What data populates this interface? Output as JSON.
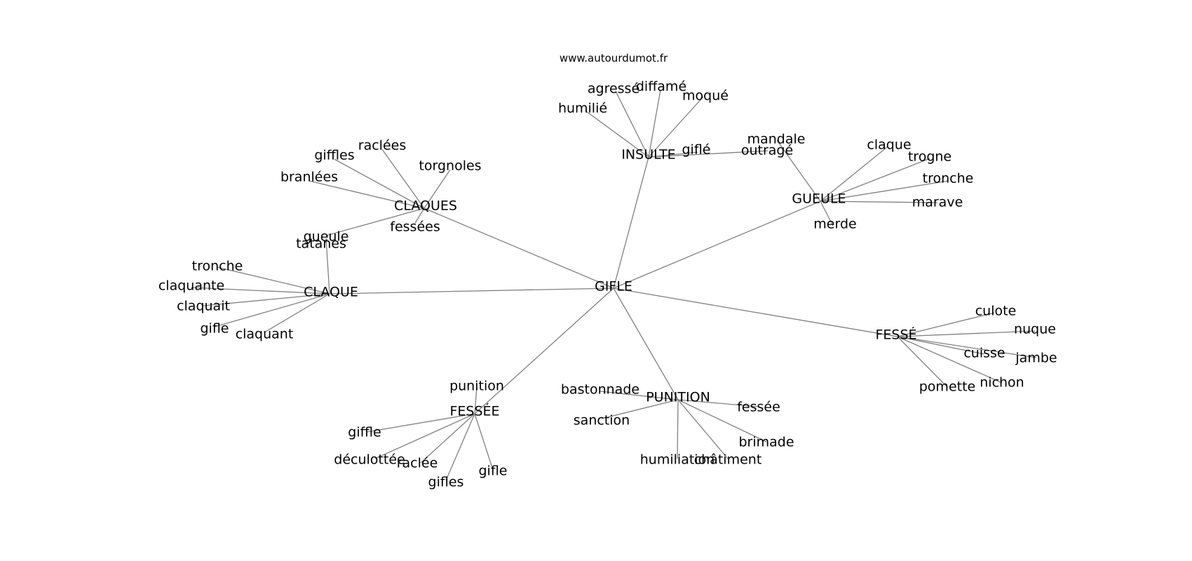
{
  "source": "www.autourdumot.fr",
  "colors": {
    "edge": "#808080",
    "text": "#000000",
    "background": "#ffffff"
  },
  "nodes": {
    "gifle": "GIFLE",
    "claques": "CLAQUES",
    "claque": "CLAQUE",
    "insulte": "INSULTE",
    "gueule_hub": "GUEULE",
    "fesse_hub": "FESSÉ",
    "fessee_hub": "FESSÉE",
    "punition_hub": "PUNITION",
    "raclees": "raclées",
    "giffles_a": "giffles",
    "torgnoles": "torgnoles",
    "branlees": "branlées",
    "fessees": "fessées",
    "gueule_small": "gueule",
    "tatanes": "tatanes",
    "tronche_a": "tronche",
    "claquante": "claquante",
    "claquait": "claquait",
    "gifle_a": "gifle",
    "claquant": "claquant",
    "agresse": "agressé",
    "diffame": "diffamé",
    "moque": "moqué",
    "humilie": "humilié",
    "gifle_b": "giflé",
    "mandale": "mandale",
    "outrage": "outragé",
    "claque_small": "claque",
    "trogne": "trogne",
    "tronche_b": "tronche",
    "marave": "marave",
    "merde": "merde",
    "culote": "culote",
    "nuque": "nuque",
    "cuisse": "cuisse",
    "jambe": "jambe",
    "nichon": "nichon",
    "pomette": "pomette",
    "punition_small": "punition",
    "giffle": "giffle",
    "deculottee": "déculottée",
    "raclee": "raclée",
    "gifles_b": "gifles",
    "gifle_c": "gifle",
    "bastonnade": "bastonnade",
    "sanction": "sanction",
    "fessee_small": "fessée",
    "brimade": "brimade",
    "humiliation": "humiliation",
    "chatiment": "châtiment"
  },
  "edges": [
    [
      "gifle",
      "claques"
    ],
    [
      "gifle",
      "claque"
    ],
    [
      "gifle",
      "insulte"
    ],
    [
      "gifle",
      "gueule_hub"
    ],
    [
      "gifle",
      "fesse_hub"
    ],
    [
      "gifle",
      "fessee_hub"
    ],
    [
      "gifle",
      "punition_hub"
    ],
    [
      "claques",
      "raclees"
    ],
    [
      "claques",
      "giffles_a"
    ],
    [
      "claques",
      "torgnoles"
    ],
    [
      "claques",
      "branlees"
    ],
    [
      "claques",
      "fessees"
    ],
    [
      "claques",
      "gueule_small"
    ],
    [
      "claque",
      "tatanes"
    ],
    [
      "claque",
      "tronche_a"
    ],
    [
      "claque",
      "claquante"
    ],
    [
      "claque",
      "claquait"
    ],
    [
      "claque",
      "gifle_a"
    ],
    [
      "claque",
      "claquant"
    ],
    [
      "insulte",
      "agresse"
    ],
    [
      "insulte",
      "diffame"
    ],
    [
      "insulte",
      "moque"
    ],
    [
      "insulte",
      "humilie"
    ],
    [
      "insulte",
      "gifle_b"
    ],
    [
      "insulte",
      "outrage"
    ],
    [
      "gueule_hub",
      "mandale"
    ],
    [
      "gueule_hub",
      "claque_small"
    ],
    [
      "gueule_hub",
      "trogne"
    ],
    [
      "gueule_hub",
      "tronche_b"
    ],
    [
      "gueule_hub",
      "marave"
    ],
    [
      "gueule_hub",
      "merde"
    ],
    [
      "fesse_hub",
      "culote"
    ],
    [
      "fesse_hub",
      "nuque"
    ],
    [
      "fesse_hub",
      "cuisse"
    ],
    [
      "fesse_hub",
      "jambe"
    ],
    [
      "fesse_hub",
      "nichon"
    ],
    [
      "fesse_hub",
      "pomette"
    ],
    [
      "fessee_hub",
      "punition_small"
    ],
    [
      "fessee_hub",
      "giffle"
    ],
    [
      "fessee_hub",
      "deculottee"
    ],
    [
      "fessee_hub",
      "raclee"
    ],
    [
      "fessee_hub",
      "gifles_b"
    ],
    [
      "fessee_hub",
      "gifle_c"
    ],
    [
      "punition_hub",
      "bastonnade"
    ],
    [
      "punition_hub",
      "sanction"
    ],
    [
      "punition_hub",
      "fessee_small"
    ],
    [
      "punition_hub",
      "brimade"
    ],
    [
      "punition_hub",
      "humiliation"
    ],
    [
      "punition_hub",
      "chatiment"
    ]
  ]
}
